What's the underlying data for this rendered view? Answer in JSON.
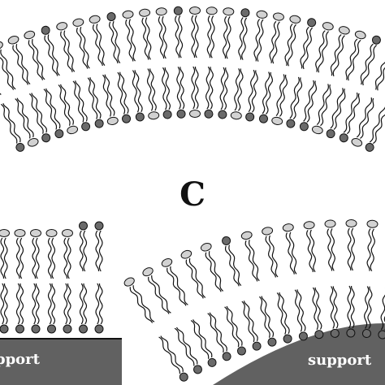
{
  "figure": {
    "panel_label": "C",
    "support_left_label": "pport",
    "support_right_label": "support"
  },
  "colors": {
    "headgroup_light": "#d2d2d2",
    "headgroup_dark": "#6a6a6a",
    "tail": "#111111",
    "support_fill": "#616161",
    "background": "#ffffff"
  },
  "structures": [
    {
      "name": "curved-free-bilayer",
      "headgroup_count_per_leaflet": 27
    },
    {
      "name": "planar-supported-bilayer-fragment",
      "headgroup_count_per_leaflet": 7
    },
    {
      "name": "curved-supported-monolayer",
      "headgroup_count_per_leaflet": 14
    }
  ]
}
